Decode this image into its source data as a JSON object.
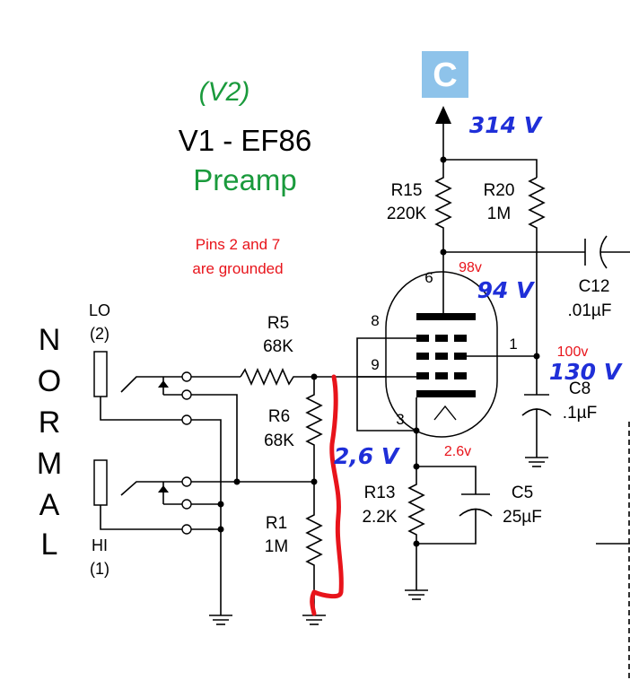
{
  "title": {
    "variant": "(V2)",
    "tube": "V1 - EF86",
    "stage": "Preamp"
  },
  "note": {
    "line1": "Pins 2 and 7",
    "line2": "are grounded"
  },
  "connector": {
    "label": "C"
  },
  "side_text": [
    "N",
    "O",
    "R",
    "M",
    "A",
    "L"
  ],
  "inputs": {
    "lo": {
      "name": "LO",
      "num": "(2)"
    },
    "hi": {
      "name": "HI",
      "num": "(1)"
    }
  },
  "components": {
    "r5": {
      "ref": "R5",
      "value": "68K"
    },
    "r6": {
      "ref": "R6",
      "value": "68K"
    },
    "r1": {
      "ref": "R1",
      "value": "1M"
    },
    "r15": {
      "ref": "R15",
      "value": "220K"
    },
    "r20": {
      "ref": "R20",
      "value": "1M"
    },
    "r13": {
      "ref": "R13",
      "value": "2.2K"
    },
    "c12": {
      "ref": "C12",
      "value": ".01µF"
    },
    "c8": {
      "ref": "C8",
      "value": ".1µF"
    },
    "c5": {
      "ref": "C5",
      "value": "25µF"
    }
  },
  "pins": {
    "plate": "6",
    "g2a": "8",
    "g2b": "9",
    "cathode": "3",
    "screen": "1"
  },
  "voltages_printed": {
    "plate": "98v",
    "screen": "100v",
    "cathode": "2.6v"
  },
  "voltages_handwritten": {
    "supply": "314 V",
    "plate": "94 V",
    "screen": "130 V",
    "cathode": "2,6 V"
  },
  "colors": {
    "title_green": "#1a9a3c",
    "note_red": "#e8141b",
    "handwritten_blue": "#1f2fd8",
    "marker_red": "#e8141b",
    "connector_blue": "#8ec3ea"
  }
}
